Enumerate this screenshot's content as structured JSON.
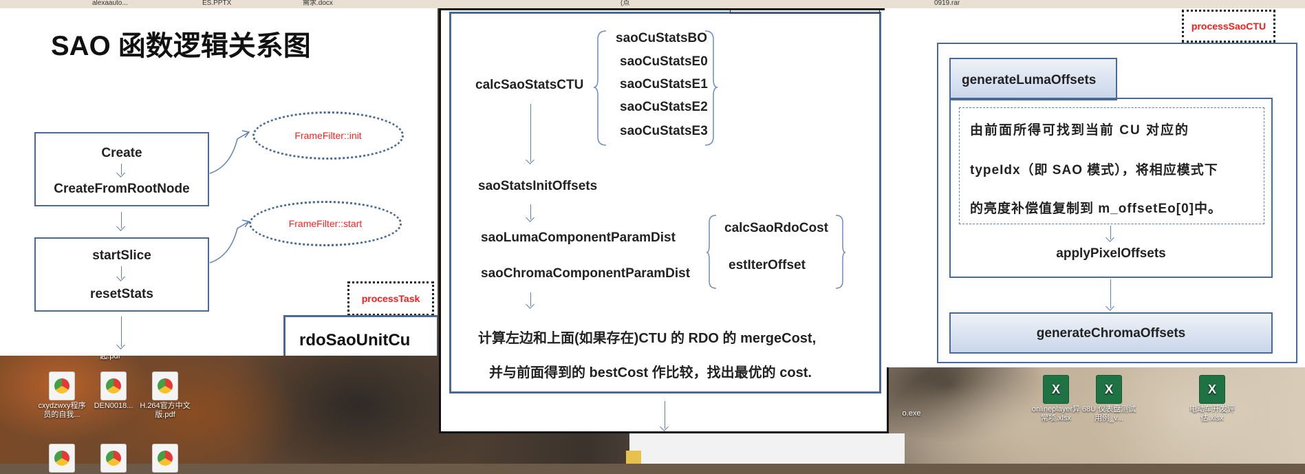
{
  "desktop": {
    "top_labels": [
      "alexaauto...",
      "ES.PPTX",
      "需求.docx",
      "(点",
      "0919.rar"
    ],
    "icons": [
      {
        "label": "cxydzwxy程序员的自我...",
        "type": "pdf"
      },
      {
        "label": "DEN0018...",
        "type": "pdf"
      },
      {
        "label": "H.264官方中文版.pdf",
        "type": "pdf"
      },
      {
        "label": "起.pdf",
        "type": "pdf"
      },
      {
        "label": "o.exe",
        "type": "exe"
      },
      {
        "label": "onlineplayer异常项.xlsx",
        "type": "xlsx"
      },
      {
        "label": "68U 仪表盘测试用例_v...",
        "type": "xlsx"
      },
      {
        "label": "电动车开发评估.xlsx",
        "type": "xlsx"
      }
    ]
  },
  "slide_left": {
    "title": "SAO 函数逻辑关系图",
    "box1": {
      "line1": "Create",
      "line2": "CreateFromRootNode"
    },
    "box2": {
      "line1": "startSlice",
      "line2": "resetStats"
    },
    "ellipse1": "FrameFilter::init",
    "ellipse2": "FrameFilter::start",
    "tag": "processTask",
    "bottom_box": "rdoSaoUnitCu"
  },
  "slide_middle": {
    "calc": "calcSaoStatsCTU",
    "stats": [
      "saoCuStatsBO",
      "saoCuStatsE0",
      "saoCuStatsE1",
      "saoCuStatsE2",
      "saoCuStatsE3"
    ],
    "init": "saoStatsInitOffsets",
    "luma": "saoLumaComponentParamDist",
    "chroma": "saoChromaComponentParamDist",
    "rdo": "calcSaoRdoCost",
    "iter": "estIterOffset",
    "line1": "计算左边和上面(如果存在)CTU 的 RDO 的 mergeCost,",
    "line2": "并与前面得到的 bestCost 作比较，找出最优的 cost."
  },
  "slide_right": {
    "tag": "processSaoCTU",
    "luma_header": "generateLumaOffsets",
    "desc_line1": "由前面所得可找到当前 CU 对应的",
    "desc_line2": "typeIdx（即 SAO 模式），将相应模式下",
    "desc_line3": "的亮度补偿值复制到 m_offsetEo[0]中。",
    "apply": "applyPixelOffsets",
    "chroma": "generateChromaOffsets"
  }
}
